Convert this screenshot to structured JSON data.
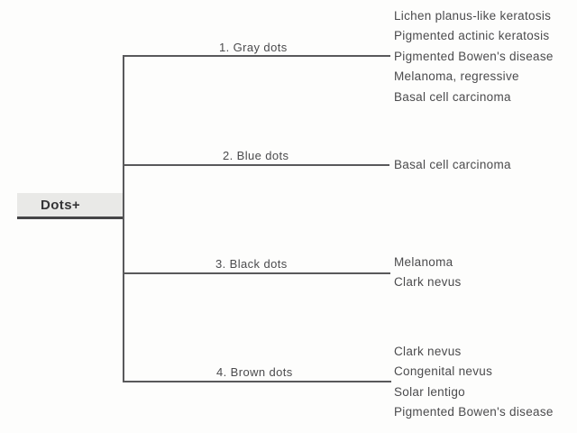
{
  "diagram": {
    "root_label": "Dots+",
    "branches": [
      {
        "label": "1. Gray dots",
        "diagnoses": [
          "Lichen planus-like keratosis",
          "Pigmented actinic keratosis",
          "Pigmented Bowen's disease",
          "Melanoma, regressive",
          "Basal cell carcinoma"
        ]
      },
      {
        "label": "2. Blue dots",
        "diagnoses": [
          "Basal cell carcinoma"
        ]
      },
      {
        "label": "3. Black dots",
        "diagnoses": [
          "Melanoma",
          "Clark nevus"
        ]
      },
      {
        "label": "4. Brown dots",
        "diagnoses": [
          "Clark nevus",
          "Congenital nevus",
          "Solar lentigo",
          "Pigmented Bowen's disease"
        ]
      }
    ],
    "colors": {
      "line": "#59595b",
      "text": "#4b4b4d",
      "root_box_background": "#e9e9e7",
      "root_underline": "#454547",
      "page_background": "#fdfdfc"
    }
  }
}
